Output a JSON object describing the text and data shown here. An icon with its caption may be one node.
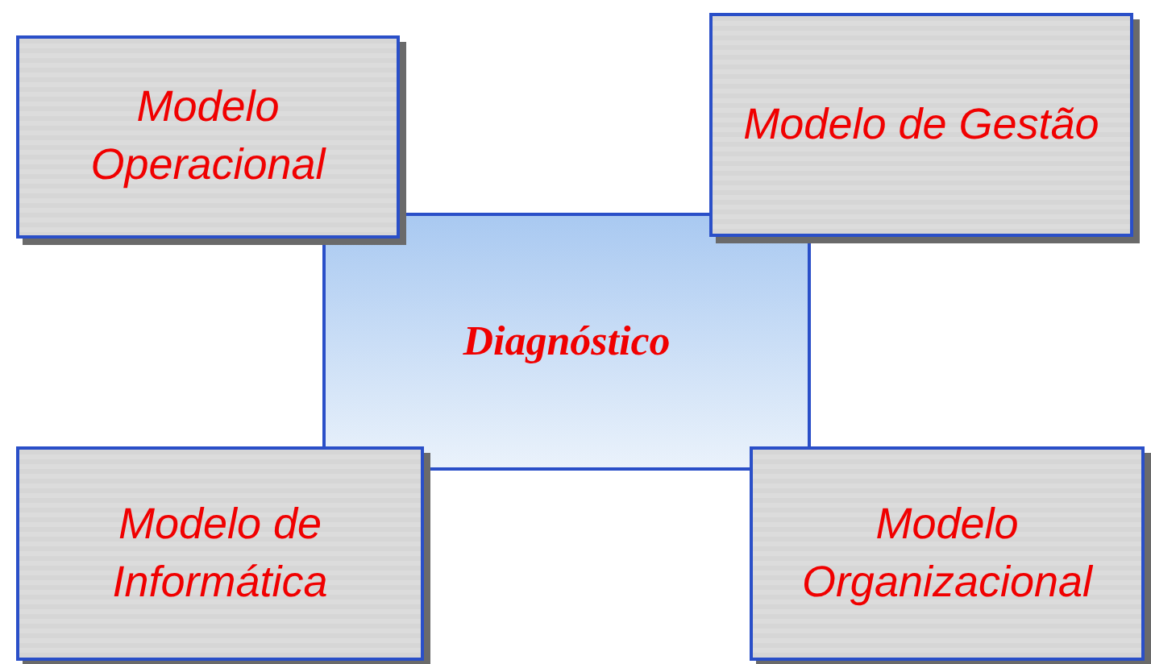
{
  "diagram": {
    "nodes": [
      {
        "text": [
          "Diagnóstico"
        ]
      },
      {
        "text": [
          "Modelo Operacional"
        ]
      },
      {
        "text": [
          "Modelo de Gestão"
        ]
      },
      {
        "text": [
          "Modelo de Informática"
        ]
      },
      {
        "text": [
          "Modelo Organizacional"
        ]
      }
    ]
  }
}
